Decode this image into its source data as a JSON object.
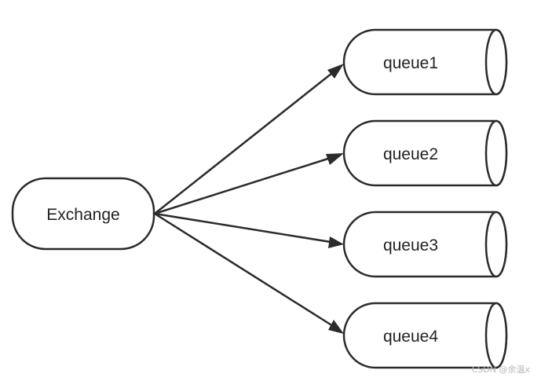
{
  "diagram": {
    "exchange": {
      "label": "Exchange"
    },
    "queues": [
      {
        "label": "queue1"
      },
      {
        "label": "queue2"
      },
      {
        "label": "queue3"
      },
      {
        "label": "queue4"
      }
    ],
    "watermark": "CSDN @余温x"
  },
  "colors": {
    "stroke": "#2b2b2b",
    "text": "#222222",
    "background": "#ffffff"
  }
}
